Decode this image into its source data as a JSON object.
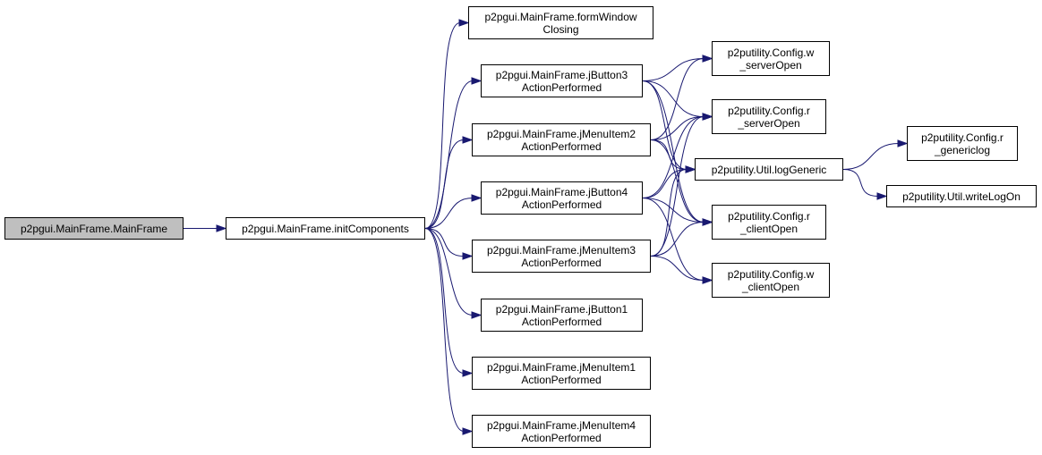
{
  "colors": {
    "edge": "#191970",
    "root_fill": "#bfbfbf",
    "node_fill": "#ffffff",
    "node_border": "#000000"
  },
  "nodes": {
    "mainframe": [
      "p2pgui.MainFrame.MainFrame"
    ],
    "initcomponents": [
      "p2pgui.MainFrame.initComponents"
    ],
    "formwindowclosing": [
      "p2pgui.MainFrame.formWindow",
      "Closing"
    ],
    "jbutton3": [
      "p2pgui.MainFrame.jButton3",
      "ActionPerformed"
    ],
    "jmenuitem2": [
      "p2pgui.MainFrame.jMenuItem2",
      "ActionPerformed"
    ],
    "jbutton4": [
      "p2pgui.MainFrame.jButton4",
      "ActionPerformed"
    ],
    "jmenuitem3": [
      "p2pgui.MainFrame.jMenuItem3",
      "ActionPerformed"
    ],
    "jbutton1": [
      "p2pgui.MainFrame.jButton1",
      "ActionPerformed"
    ],
    "jmenuitem1": [
      "p2pgui.MainFrame.jMenuItem1",
      "ActionPerformed"
    ],
    "jmenuitem4": [
      "p2pgui.MainFrame.jMenuItem4",
      "ActionPerformed"
    ],
    "w_serveropen": [
      "p2putility.Config.w",
      "_serverOpen"
    ],
    "r_serveropen": [
      "p2putility.Config.r",
      "_serverOpen"
    ],
    "loggeneric": [
      "p2putility.Util.logGeneric"
    ],
    "r_clientopen": [
      "p2putility.Config.r",
      "_clientOpen"
    ],
    "w_clientopen": [
      "p2putility.Config.w",
      "_clientOpen"
    ],
    "r_genericlog": [
      "p2putility.Config.r",
      "_genericlog"
    ],
    "writelogon": [
      "p2putility.Util.writeLogOn"
    ]
  },
  "edges": [
    [
      "mainframe",
      "initcomponents"
    ],
    [
      "initcomponents",
      "formwindowclosing"
    ],
    [
      "initcomponents",
      "jbutton3"
    ],
    [
      "initcomponents",
      "jmenuitem2"
    ],
    [
      "initcomponents",
      "jbutton4"
    ],
    [
      "initcomponents",
      "jmenuitem3"
    ],
    [
      "initcomponents",
      "jbutton1"
    ],
    [
      "initcomponents",
      "jmenuitem1"
    ],
    [
      "initcomponents",
      "jmenuitem4"
    ],
    [
      "jbutton3",
      "w_serveropen"
    ],
    [
      "jbutton3",
      "r_serveropen"
    ],
    [
      "jbutton3",
      "loggeneric"
    ],
    [
      "jbutton3",
      "r_clientopen"
    ],
    [
      "jmenuitem2",
      "r_serveropen"
    ],
    [
      "jmenuitem2",
      "loggeneric"
    ],
    [
      "jmenuitem2",
      "r_clientopen"
    ],
    [
      "jmenuitem2",
      "w_serveropen"
    ],
    [
      "jbutton4",
      "loggeneric"
    ],
    [
      "jbutton4",
      "r_clientopen"
    ],
    [
      "jbutton4",
      "w_clientopen"
    ],
    [
      "jbutton4",
      "r_serveropen"
    ],
    [
      "jmenuitem3",
      "r_clientopen"
    ],
    [
      "jmenuitem3",
      "w_clientopen"
    ],
    [
      "jmenuitem3",
      "loggeneric"
    ],
    [
      "jmenuitem3",
      "r_serveropen"
    ],
    [
      "loggeneric",
      "r_genericlog"
    ],
    [
      "loggeneric",
      "writelogon"
    ]
  ]
}
